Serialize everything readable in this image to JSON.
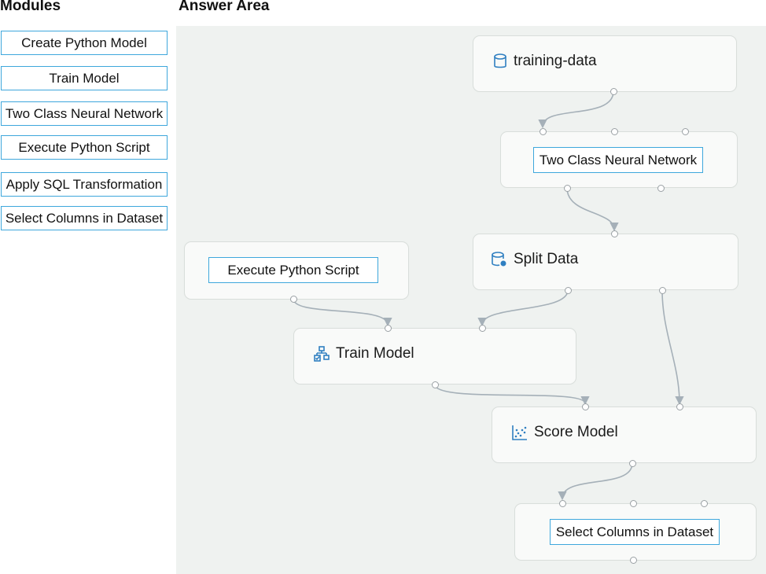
{
  "headings": {
    "modules": "Modules",
    "answer_area": "Answer Area"
  },
  "modules": [
    "Create Python Model",
    "Train Model",
    "Two Class Neural Network",
    "Execute Python Script",
    "Apply SQL Transformation",
    "Select Columns in Dataset"
  ],
  "canvas": {
    "training_data": {
      "label": "training-data",
      "icon": "database-icon"
    },
    "two_class_slot": {
      "value": "Two Class Neural Network"
    },
    "split_data": {
      "label": "Split Data",
      "icon": "database-split-icon"
    },
    "execute_python_slot": {
      "value": "Execute Python Script"
    },
    "train_model": {
      "label": "Train Model",
      "icon": "train-model-icon"
    },
    "score_model": {
      "label": "Score Model",
      "icon": "scatter-plot-icon"
    },
    "select_columns_slot": {
      "value": "Select Columns in Dataset"
    }
  },
  "colors": {
    "slot_border": "#3ea7dc",
    "icon": "#2f7fc1",
    "canvas_bg": "#eff2f0",
    "wire": "#a5b0b8"
  }
}
